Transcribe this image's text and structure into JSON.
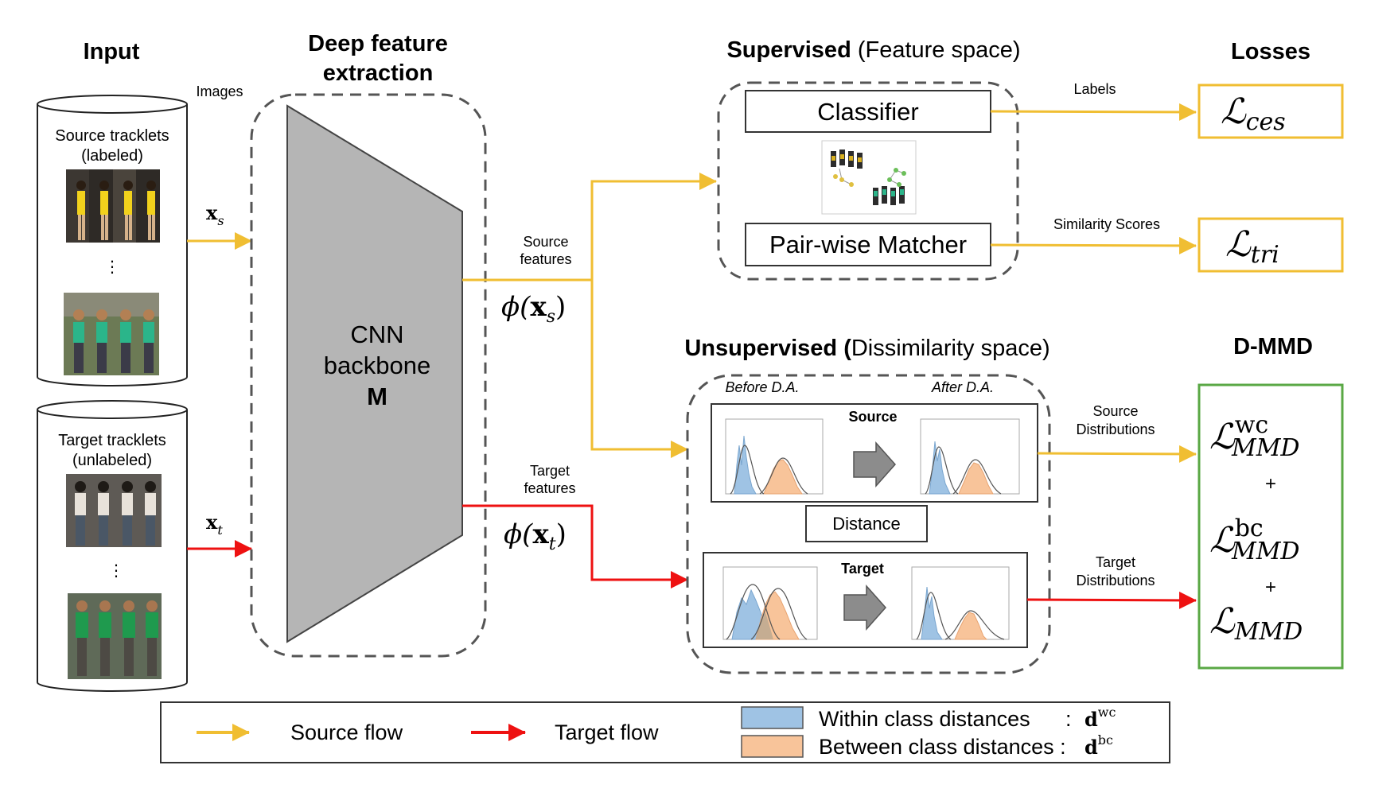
{
  "headers": {
    "input": "Input",
    "extraction_line1": "Deep feature",
    "extraction_line2": "extraction",
    "supervised_bold": "Supervised",
    "supervised_rest": " (Feature space)",
    "losses": "Losses",
    "unsupervised_bold": "Unsupervised (",
    "unsupervised_rest": "Dissimilarity space)",
    "dmmd": "D-MMD"
  },
  "input": {
    "images_label": "Images",
    "source_line1": "Source tracklets",
    "source_line2": "(labeled)",
    "target_line1": "Target tracklets",
    "target_line2": "(unlabeled)",
    "dots": "⋮",
    "xs_main": "x",
    "xs_sub": "s",
    "xt_main": "x",
    "xt_sub": "t"
  },
  "backbone": {
    "line1": "CNN",
    "line2": "backbone",
    "line3": "M"
  },
  "features": {
    "source_line1": "Source",
    "source_line2": "features",
    "source_phi_pre": "ϕ(",
    "source_phi_x": "x",
    "source_phi_sub": "s",
    "source_phi_post": ")",
    "target_line1": "Target",
    "target_line2": "features",
    "target_phi_pre": "ϕ(",
    "target_phi_x": "x",
    "target_phi_sub": "t",
    "target_phi_post": ")"
  },
  "supervised": {
    "classifier": "Classifier",
    "matcher": "Pair-wise Matcher",
    "labels": "Labels",
    "similarity": "Similarity Scores"
  },
  "losses": {
    "ces_main": "ℒ",
    "ces_sub": "ces",
    "tri_main": "ℒ",
    "tri_sub": "tri"
  },
  "unsupervised": {
    "before": "Before D.A.",
    "after": "After D.A.",
    "source_title": "Source",
    "target_title": "Target",
    "distance": "Distance",
    "source_dist_line1": "Source",
    "source_dist_line2": "Distributions",
    "target_dist_line1": "Target",
    "target_dist_line2": "Distributions"
  },
  "dmmd": {
    "wc_main": "ℒ",
    "wc_sup": "wc",
    "wc_sub": "MMD",
    "plus1": "+",
    "bc_main": "ℒ",
    "bc_sup": "bc",
    "bc_sub": "MMD",
    "plus2": "+",
    "mmd_main": "ℒ",
    "mmd_sub": "MMD"
  },
  "legend": {
    "source_flow": "Source flow",
    "target_flow": "Target flow",
    "within": "Within class distances",
    "within_colon": ":",
    "within_sym": "d",
    "within_sup": "wc",
    "between": "Between class distances :",
    "between_sym": "d",
    "between_sup": "bc"
  },
  "colors": {
    "source_flow": "#f0be32",
    "target_flow": "#ee1111",
    "loss_border": "#f0be32",
    "dmmd_border": "#5aa845",
    "within_fill": "#9fc3e4",
    "between_fill": "#f8c49a",
    "backbone_fill": "#b5b5b5"
  }
}
